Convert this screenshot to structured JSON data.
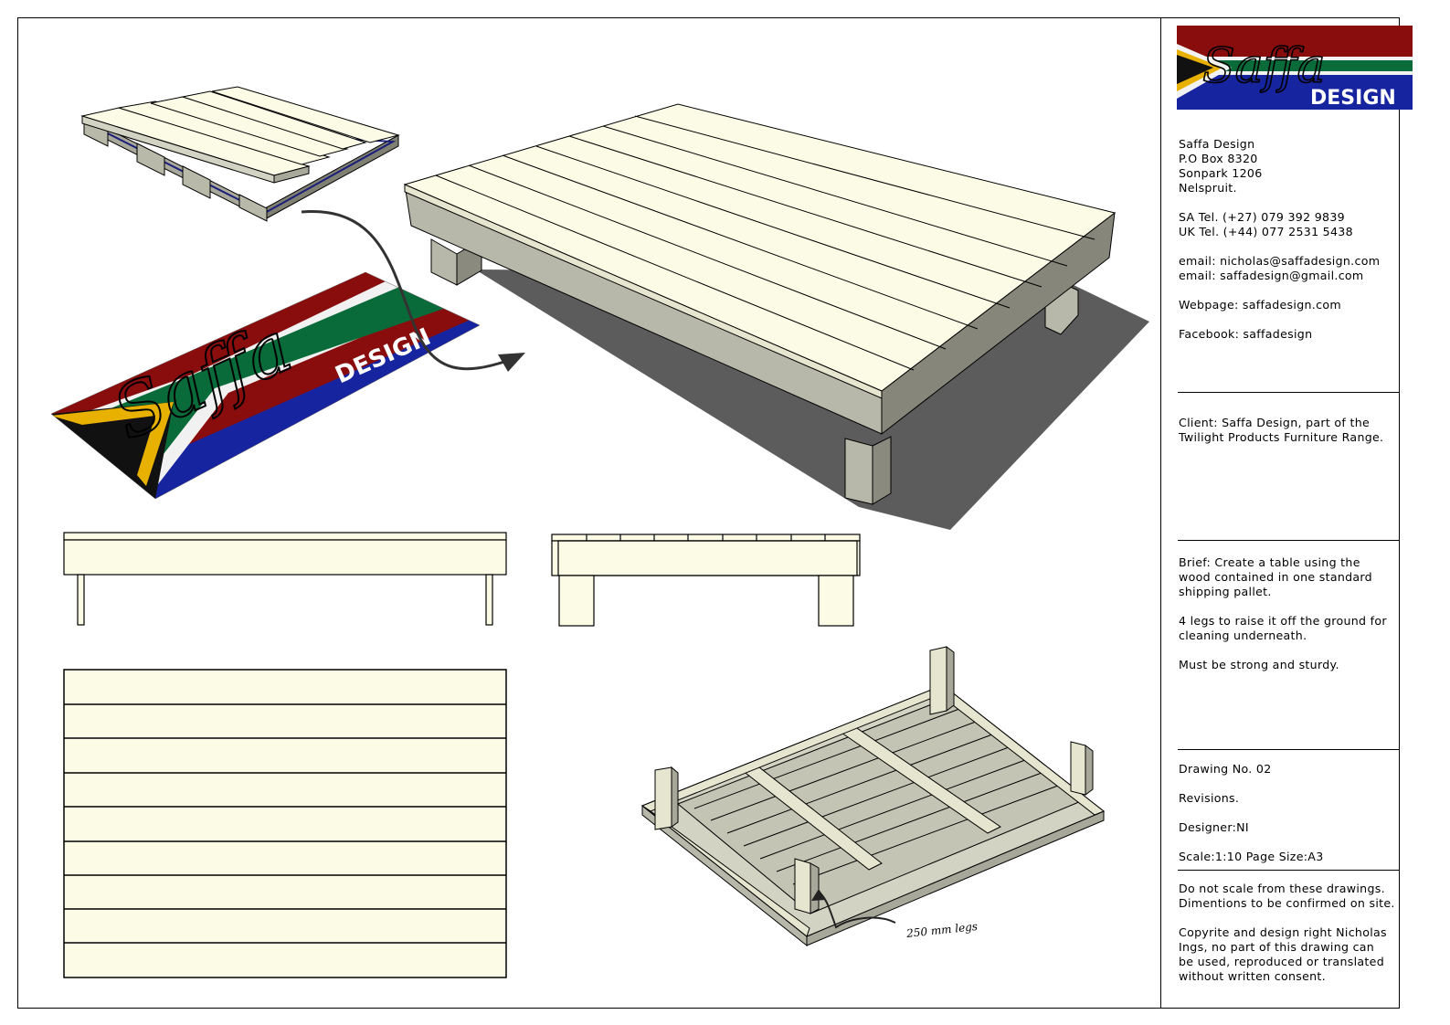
{
  "logo": {
    "script_text": "Saffa",
    "word_text": "DESIGN",
    "colors": {
      "red": "#8a0d0d",
      "green": "#0a6b3a",
      "blue": "#1624a0",
      "yellow": "#e8b100",
      "black": "#111111",
      "white": "#f4f4f4"
    }
  },
  "contact": {
    "company": "Saffa Design",
    "po_box": "P.O Box 8320",
    "area": "Sonpark 1206",
    "city": "Nelspruit.",
    "sa_tel": "SA Tel. (+27) 079 392 9839",
    "uk_tel": "UK Tel. (+44) 077 2531 5438",
    "email1": "email: nicholas@saffadesign.com",
    "email2": "email: saffadesign@gmail.com",
    "webpage": "Webpage: saffadesign.com",
    "facebook": "Facebook: saffadesign"
  },
  "client": {
    "line1": "Client: Saffa Design, part of the",
    "line2": "Twilight Products Furniture Range."
  },
  "brief": {
    "line1": "Brief: Create a table using the",
    "line2": "wood contained in one standard",
    "line3": "shipping pallet.",
    "line4": "4 legs to raise it off the ground for",
    "line5": "cleaning underneath.",
    "line6": "Must be strong and sturdy."
  },
  "drawing": {
    "number": "Drawing No. 02",
    "revisions": "Revisions.",
    "designer": "Designer:NI",
    "scale": "Scale:1:10",
    "page_size": "Page Size:A3"
  },
  "notes": {
    "line1": "Do not scale from these drawings.",
    "line2": "Dimentions to be confirmed on site.",
    "line3": "Copyrite and design right Nicholas",
    "line4": "Ings, no part of this drawing can",
    "line5": "be used, reproduced or translated",
    "line6": "without written consent."
  },
  "annotation": {
    "legs": "250 mm legs"
  },
  "colors": {
    "wood_top": "#fbfbe6",
    "wood_side": "#86867a",
    "wood_light": "#d3d3c3",
    "shadow": "#5c5c5c",
    "line": "#000000"
  }
}
